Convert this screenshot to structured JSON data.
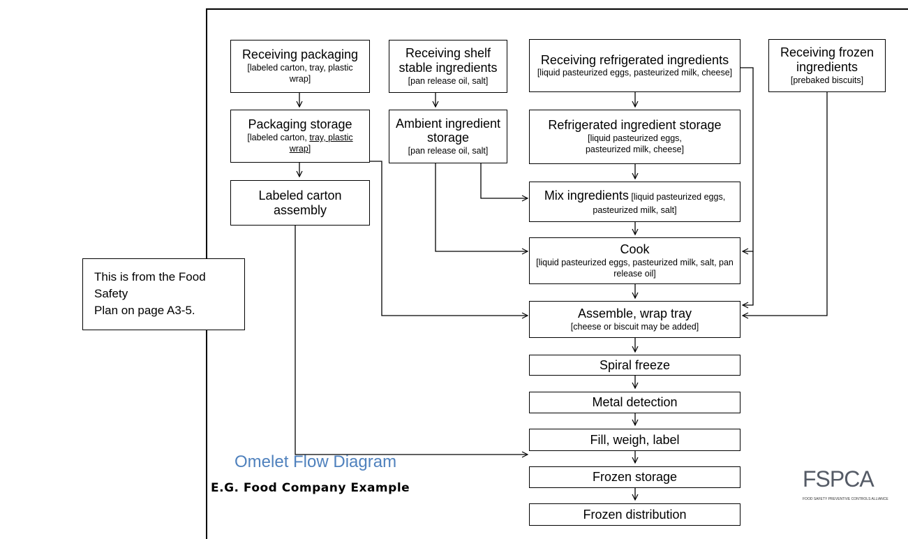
{
  "callout": {
    "text_line1": "This is from the Food Safety",
    "text_line2": "Plan on page A3-5."
  },
  "diagram": {
    "title": "Omelet Flow Diagram",
    "subtitle": "E.G. Food Company Example",
    "logo": {
      "text": "FSPCA",
      "tagline": "FOOD SAFETY PREVENTIVE CONTROLS ALLIANCE"
    },
    "steps": {
      "receiving_packaging": {
        "title": "Receiving packaging",
        "detail": "[labeled carton, tray, plastic wrap]"
      },
      "receiving_shelf": {
        "title": "Receiving shelf stable ingredients",
        "detail": "[pan release oil, salt]"
      },
      "receiving_refrigerated": {
        "title": "Receiving refrigerated ingredients",
        "detail": "[liquid pasteurized eggs, pasteurized milk, cheese]"
      },
      "receiving_frozen": {
        "title": "Receiving frozen ingredients",
        "detail": "[prebaked biscuits]"
      },
      "packaging_storage": {
        "title": "Packaging storage",
        "detail_a": "[labeled carton, ",
        "detail_b": "tray, plastic wrap",
        "detail_c": "]"
      },
      "ambient_storage": {
        "title": "Ambient ingredient storage",
        "detail": "[pan release oil, salt]"
      },
      "refrigerated_storage": {
        "title": "Refrigerated ingredient storage",
        "detail": "[liquid pasteurized eggs, pasteurized milk, cheese]"
      },
      "carton_assembly": {
        "title": "Labeled carton assembly"
      },
      "mix": {
        "title": "Mix ingredients",
        "detail": "[liquid pasteurized eggs, pasteurized milk, salt]"
      },
      "cook": {
        "title": "Cook",
        "detail": "[liquid pasteurized eggs, pasteurized milk, salt, pan release oil]"
      },
      "assemble": {
        "title": "Assemble, wrap tray",
        "detail": "[cheese or biscuit may be added]"
      },
      "spiral_freeze": {
        "title": "Spiral freeze"
      },
      "metal_detection": {
        "title": "Metal detection"
      },
      "fill": {
        "title": "Fill, weigh, label"
      },
      "frozen_storage": {
        "title": "Frozen storage"
      },
      "frozen_distribution": {
        "title": "Frozen distribution"
      }
    }
  }
}
